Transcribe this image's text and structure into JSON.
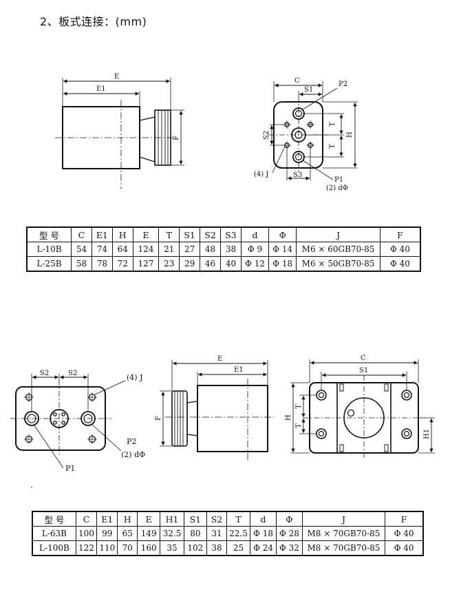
{
  "heading": "2、板式连接：(mm)",
  "drawing1": {
    "side": {
      "E": "E",
      "E1": "E1",
      "F": "F"
    },
    "front": {
      "C": "C",
      "S1": "S1",
      "S2": "S2",
      "S3": "S3",
      "T_top": "T",
      "T_bottom": "T",
      "H": "H",
      "P1": "P1",
      "P2": "P2",
      "J": "(4) J",
      "d": "(2) dΦ"
    }
  },
  "table1": {
    "headers": [
      "型 号",
      "C",
      "E1",
      "H",
      "E",
      "T",
      "S1",
      "S2",
      "S3",
      "d",
      "Φ",
      "J",
      "F"
    ],
    "rows": [
      [
        "L-10B",
        "54",
        "74",
        "64",
        "124",
        "21",
        "27",
        "48",
        "38",
        "Φ 9",
        "Φ 14",
        "M6 × 60GB70-85",
        "Φ 40"
      ],
      [
        "L-25B",
        "58",
        "78",
        "72",
        "127",
        "23",
        "29",
        "46",
        "40",
        "Φ 12",
        "Φ 18",
        "M6 × 50GB70-85",
        "Φ 40"
      ]
    ]
  },
  "drawing2": {
    "left": {
      "S2_left": "S2",
      "S2_right": "S2",
      "J": "(4) J",
      "P2": "P2",
      "d": "(2) dΦ",
      "P1": "P1"
    },
    "middle": {
      "E": "E",
      "E1": "E1",
      "F": "F"
    },
    "right": {
      "C": "C",
      "S1": "S1",
      "H": "H",
      "T_top": "T",
      "T_bottom": "T",
      "H1": "H1"
    }
  },
  "table2": {
    "headers": [
      "型 号",
      "C",
      "E1",
      "H",
      "E",
      "H1",
      "S1",
      "S2",
      "T",
      "d",
      "Φ",
      "J",
      "F"
    ],
    "rows": [
      [
        "L-63B",
        "100",
        "99",
        "65",
        "149",
        "32.5",
        "80",
        "31",
        "22.5",
        "Φ 18",
        "Φ 28",
        "M8 × 70GB70-85",
        "Φ 40"
      ],
      [
        "L-100B",
        "122",
        "110",
        "70",
        "160",
        "35",
        "102",
        "38",
        "25",
        "Φ 24",
        "Φ 32",
        "M8 × 70GB70-85",
        "Φ 40"
      ]
    ]
  }
}
